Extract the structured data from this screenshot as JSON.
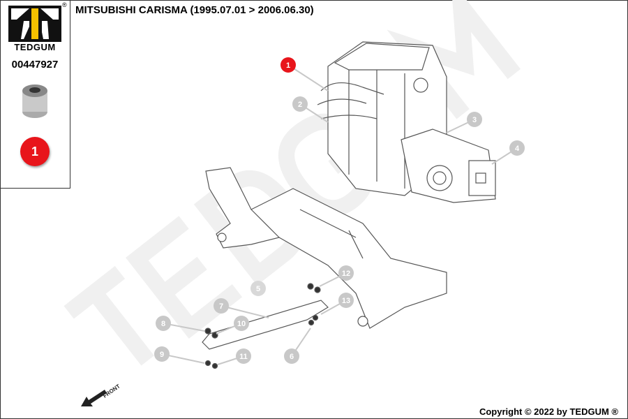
{
  "brand": {
    "name": "TEDGUM",
    "registered": "®"
  },
  "part_number": "00447927",
  "part_badge": "1",
  "title": "MITSUBISHI CARISMA (1995.07.01 > 2006.06.30)",
  "copyright": "Copyright © 2022 by TEDGUM ®",
  "watermark": "TEDGUM",
  "front_label": "FRONT",
  "callouts": [
    "1",
    "2",
    "3",
    "4",
    "5",
    "6",
    "7",
    "8",
    "9",
    "10",
    "11",
    "12",
    "13"
  ],
  "highlighted_callout": "1",
  "colors": {
    "highlight": "#e8151b",
    "callout": "#c8c8c8",
    "logo_yellow": "#f5c000"
  }
}
